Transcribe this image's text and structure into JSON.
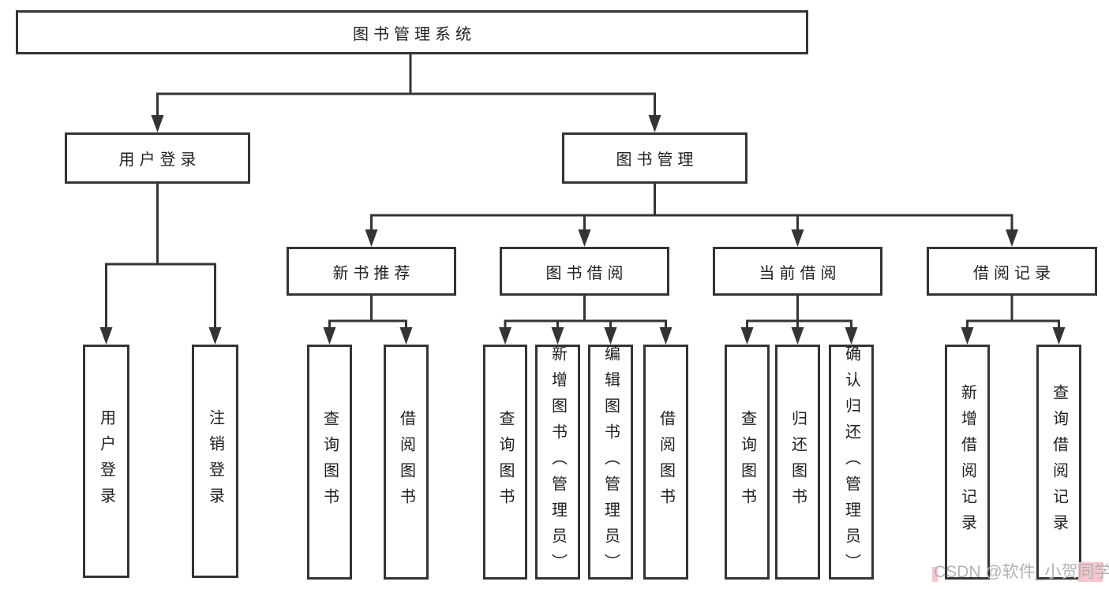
{
  "tree": {
    "root": {
      "label": "图书管理系统",
      "children": [
        {
          "label": "用户登录",
          "children": [
            {
              "label": "用户登录"
            },
            {
              "label": "注销登录"
            }
          ]
        },
        {
          "label": "图书管理",
          "children": [
            {
              "label": "新书推荐",
              "children": [
                {
                  "label": "查询图书"
                },
                {
                  "label": "借阅图书"
                }
              ]
            },
            {
              "label": "图书借阅",
              "children": [
                {
                  "label": "查询图书"
                },
                {
                  "label": "新增图书（管理员）"
                },
                {
                  "label": "编辑图书（管理员）"
                },
                {
                  "label": "借阅图书"
                }
              ]
            },
            {
              "label": "当前借阅",
              "children": [
                {
                  "label": "查询图书"
                },
                {
                  "label": "归还图书"
                },
                {
                  "label": "确认归还（管理员）"
                }
              ]
            },
            {
              "label": "借阅记录",
              "children": [
                {
                  "label": "新增借阅记录"
                },
                {
                  "label": "查询借阅记录"
                }
              ]
            }
          ]
        }
      ]
    }
  },
  "watermark": {
    "text": "CSDN @软件_小贺同学"
  },
  "colors": {
    "background": "#ffffff",
    "line": "#343434",
    "box_border": "#343434",
    "text": "#1f1f1f",
    "watermark_text": "#b2b2b2",
    "watermark_accent": "#f6c6ce"
  }
}
